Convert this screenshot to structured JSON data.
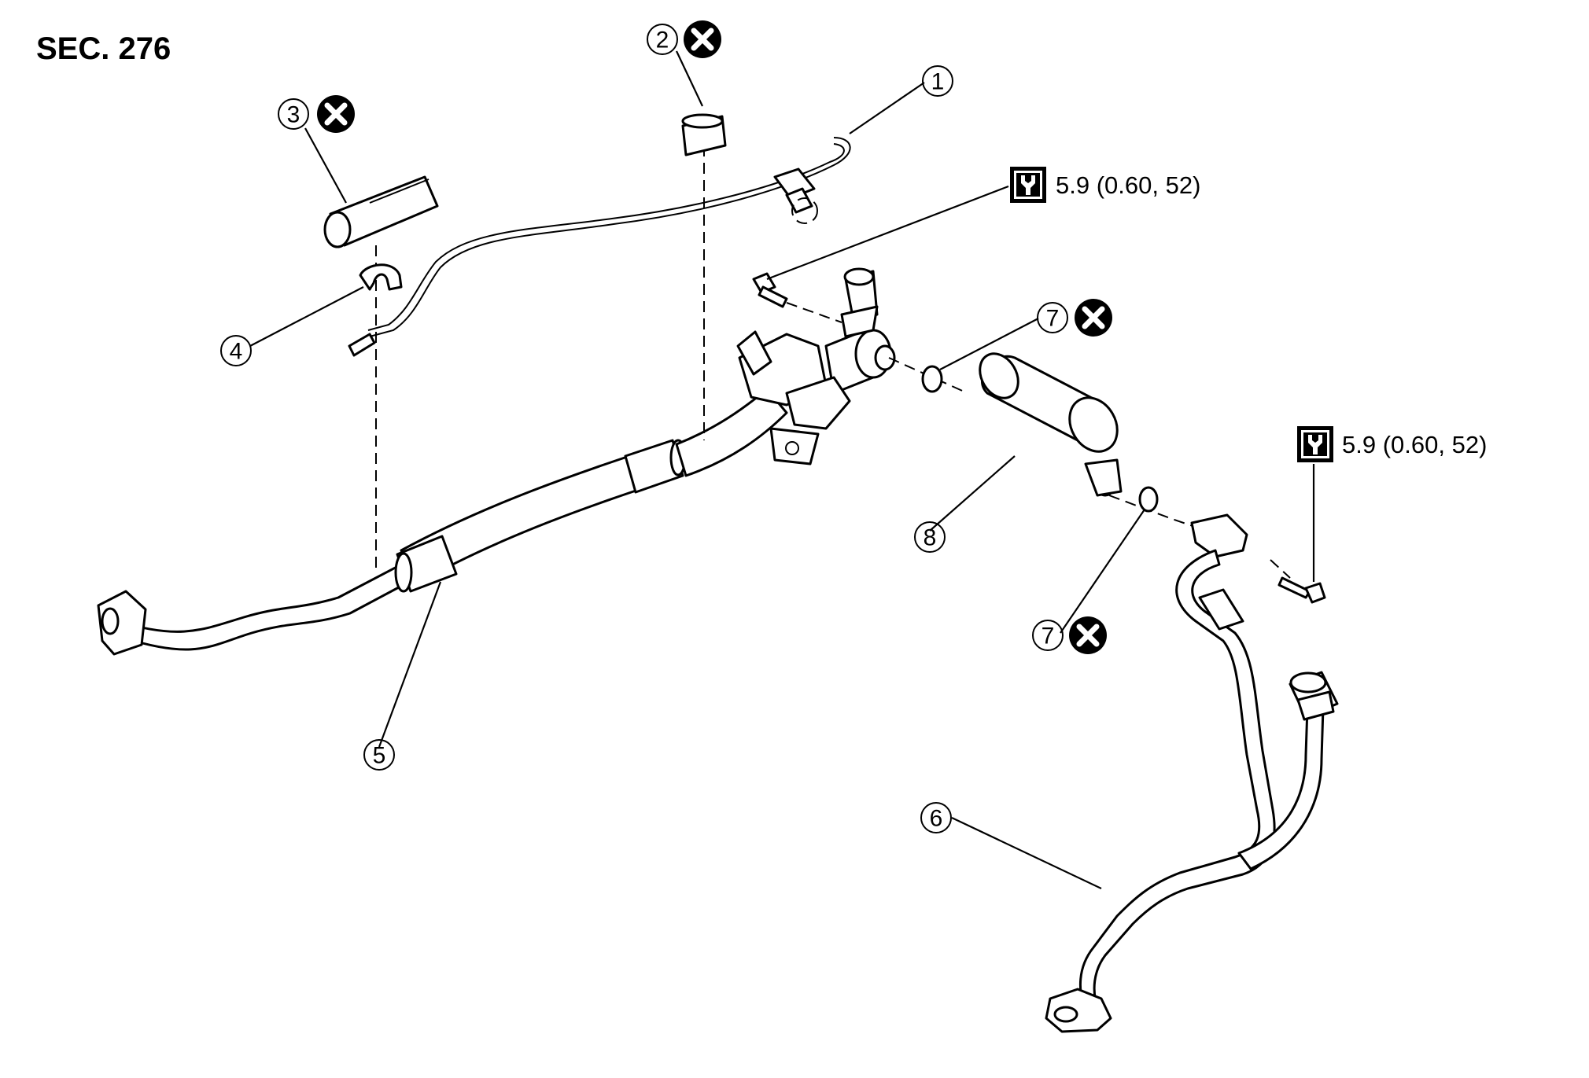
{
  "section_label": "SEC. 276",
  "callouts": {
    "c1": "1",
    "c2": "2",
    "c3": "3",
    "c4": "4",
    "c5": "5",
    "c6": "6",
    "c7a": "7",
    "c7b": "7",
    "c8": "8"
  },
  "torque_specs": {
    "upper": "5.9 (0.60, 52)",
    "right": "5.9 (0.60, 52)"
  },
  "icons": {
    "not_reusable": "not-reusable-x-icon",
    "torque_wrench": "torque-wrench-icon"
  }
}
